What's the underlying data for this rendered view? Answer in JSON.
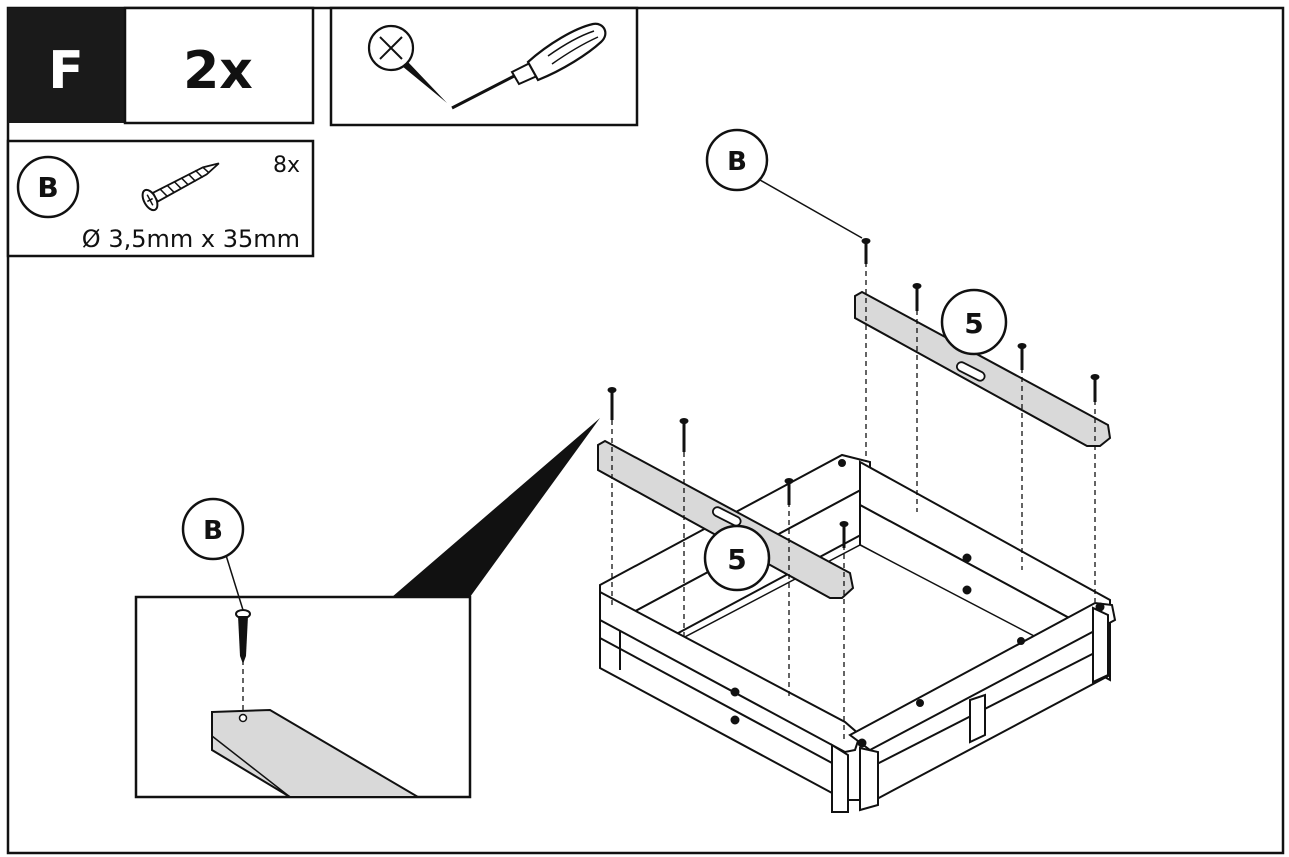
{
  "step": {
    "letter": "F",
    "repeat": "2x"
  },
  "tool": {
    "icon": "phillips-screwdriver-icon",
    "tip_icon": "cross-head-icon"
  },
  "parts_box": {
    "part_label": "B",
    "quantity": "8x",
    "size": "Ø 3,5mm x 35mm",
    "icon": "screw-icon"
  },
  "callouts": {
    "screw_label": "B",
    "board_label": "5",
    "detail_screw_label": "B"
  },
  "colors": {
    "ink": "#111111",
    "board_fill": "#d9d9d9",
    "paper": "#ffffff",
    "header_block": "#1a1a1a"
  }
}
